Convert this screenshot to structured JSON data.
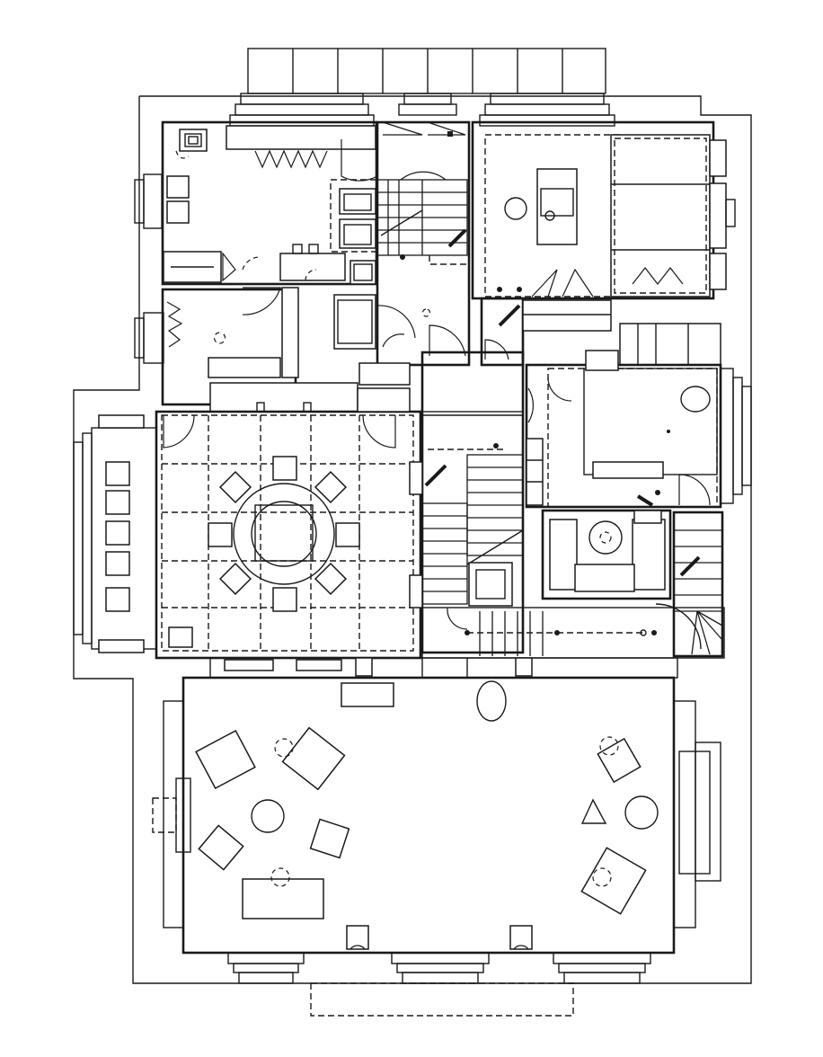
{
  "colors": {
    "ink": "#1a1a1a",
    "paper": "#ffffff"
  },
  "plan": {
    "rooms": [
      {
        "id": "kitchen"
      },
      {
        "id": "pantry"
      },
      {
        "id": "north-stair"
      },
      {
        "id": "northeast-room"
      },
      {
        "id": "dining-room"
      },
      {
        "id": "central-stair"
      },
      {
        "id": "east-room"
      },
      {
        "id": "east-sitting-nook"
      },
      {
        "id": "southeast-stair"
      },
      {
        "id": "grand-salon"
      }
    ]
  }
}
